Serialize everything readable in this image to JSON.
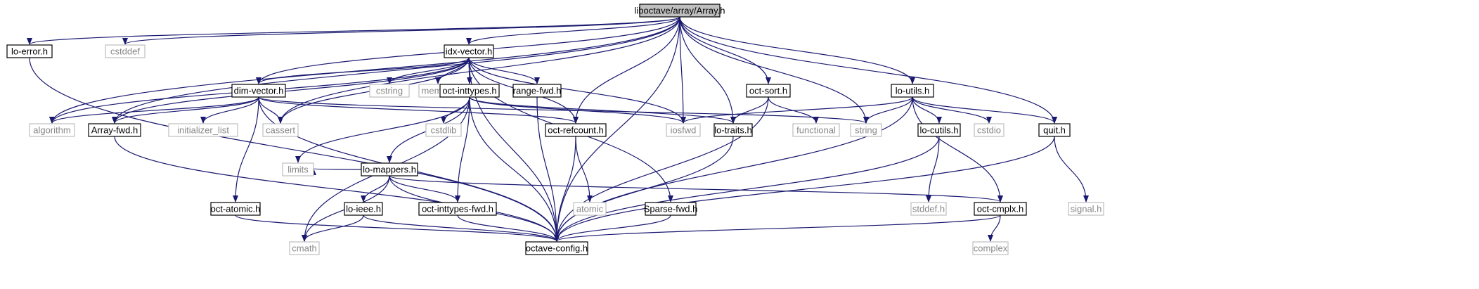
{
  "graph": {
    "root": "liboctave/array/Array.h",
    "nodes": [
      {
        "id": "array_h",
        "label": "liboctave/array/Array.h",
        "kind": "root"
      },
      {
        "id": "lo_error",
        "label": "lo-error.h",
        "kind": "header"
      },
      {
        "id": "cstddef",
        "label": "cstddef",
        "kind": "system"
      },
      {
        "id": "idx_vector",
        "label": "idx-vector.h",
        "kind": "header"
      },
      {
        "id": "dim_vector",
        "label": "dim-vector.h",
        "kind": "header"
      },
      {
        "id": "cstring",
        "label": "cstring",
        "kind": "system"
      },
      {
        "id": "memory",
        "label": "memory",
        "kind": "system"
      },
      {
        "id": "oct_inttypes",
        "label": "oct-inttypes.h",
        "kind": "header"
      },
      {
        "id": "range_fwd",
        "label": "range-fwd.h",
        "kind": "header"
      },
      {
        "id": "oct_sort",
        "label": "oct-sort.h",
        "kind": "header"
      },
      {
        "id": "lo_utils",
        "label": "lo-utils.h",
        "kind": "header"
      },
      {
        "id": "algorithm",
        "label": "algorithm",
        "kind": "system"
      },
      {
        "id": "array_fwd",
        "label": "Array-fwd.h",
        "kind": "header"
      },
      {
        "id": "initializer_list",
        "label": "initializer_list",
        "kind": "system"
      },
      {
        "id": "cassert",
        "label": "cassert",
        "kind": "system"
      },
      {
        "id": "cstdlib",
        "label": "cstdlib",
        "kind": "system"
      },
      {
        "id": "oct_refcount",
        "label": "oct-refcount.h",
        "kind": "header"
      },
      {
        "id": "iosfwd",
        "label": "iosfwd",
        "kind": "system"
      },
      {
        "id": "lo_traits",
        "label": "lo-traits.h",
        "kind": "header"
      },
      {
        "id": "functional",
        "label": "functional",
        "kind": "system"
      },
      {
        "id": "string",
        "label": "string",
        "kind": "system"
      },
      {
        "id": "lo_cutils",
        "label": "lo-cutils.h",
        "kind": "header"
      },
      {
        "id": "cstdio",
        "label": "cstdio",
        "kind": "system"
      },
      {
        "id": "quit_h",
        "label": "quit.h",
        "kind": "header"
      },
      {
        "id": "lo_mappers",
        "label": "lo-mappers.h",
        "kind": "header"
      },
      {
        "id": "limits",
        "label": "limits",
        "kind": "system"
      },
      {
        "id": "oct_atomic",
        "label": "oct-atomic.h",
        "kind": "header"
      },
      {
        "id": "lo_ieee",
        "label": "lo-ieee.h",
        "kind": "header"
      },
      {
        "id": "oct_inttypes_fwd",
        "label": "oct-inttypes-fwd.h",
        "kind": "header"
      },
      {
        "id": "atomic",
        "label": "atomic",
        "kind": "system"
      },
      {
        "id": "sparse_fwd",
        "label": "Sparse-fwd.h",
        "kind": "header"
      },
      {
        "id": "stddef_h",
        "label": "stddef.h",
        "kind": "system"
      },
      {
        "id": "oct_cmplx",
        "label": "oct-cmplx.h",
        "kind": "header"
      },
      {
        "id": "signal_h",
        "label": "signal.h",
        "kind": "system"
      },
      {
        "id": "cmath",
        "label": "cmath",
        "kind": "system"
      },
      {
        "id": "octave_config",
        "label": "octave-config.h",
        "kind": "header"
      },
      {
        "id": "complex",
        "label": "complex",
        "kind": "system"
      }
    ],
    "edges": [
      [
        "array_h",
        "lo_error"
      ],
      [
        "array_h",
        "cstddef"
      ],
      [
        "array_h",
        "idx_vector"
      ],
      [
        "array_h",
        "dim_vector"
      ],
      [
        "array_h",
        "algorithm"
      ],
      [
        "array_h",
        "array_fwd"
      ],
      [
        "array_h",
        "cassert"
      ],
      [
        "array_h",
        "oct_refcount"
      ],
      [
        "array_h",
        "iosfwd"
      ],
      [
        "array_h",
        "lo_traits"
      ],
      [
        "array_h",
        "oct_sort"
      ],
      [
        "array_h",
        "string"
      ],
      [
        "array_h",
        "lo_utils"
      ],
      [
        "array_h",
        "quit_h"
      ],
      [
        "array_h",
        "octave_config"
      ],
      [
        "lo_error",
        "octave_config"
      ],
      [
        "idx_vector",
        "dim_vector"
      ],
      [
        "idx_vector",
        "algorithm"
      ],
      [
        "idx_vector",
        "array_fwd"
      ],
      [
        "idx_vector",
        "cassert"
      ],
      [
        "idx_vector",
        "cstring"
      ],
      [
        "idx_vector",
        "memory"
      ],
      [
        "idx_vector",
        "oct_inttypes"
      ],
      [
        "idx_vector",
        "range_fwd"
      ],
      [
        "idx_vector",
        "oct_refcount"
      ],
      [
        "idx_vector",
        "iosfwd"
      ],
      [
        "idx_vector",
        "sparse_fwd"
      ],
      [
        "idx_vector",
        "octave_config"
      ],
      [
        "dim_vector",
        "algorithm"
      ],
      [
        "dim_vector",
        "array_fwd"
      ],
      [
        "dim_vector",
        "initializer_list"
      ],
      [
        "dim_vector",
        "cassert"
      ],
      [
        "dim_vector",
        "oct_atomic"
      ],
      [
        "dim_vector",
        "oct_refcount"
      ],
      [
        "dim_vector",
        "string"
      ],
      [
        "dim_vector",
        "octave_config"
      ],
      [
        "oct_inttypes",
        "cstdlib"
      ],
      [
        "oct_inttypes",
        "lo_mappers"
      ],
      [
        "oct_inttypes",
        "limits"
      ],
      [
        "oct_inttypes",
        "oct_inttypes_fwd"
      ],
      [
        "oct_inttypes",
        "iosfwd"
      ],
      [
        "oct_inttypes",
        "lo_traits"
      ],
      [
        "oct_inttypes",
        "cmath"
      ],
      [
        "oct_inttypes",
        "octave_config"
      ],
      [
        "range_fwd",
        "octave_config"
      ],
      [
        "oct_sort",
        "functional"
      ],
      [
        "oct_sort",
        "lo_traits"
      ],
      [
        "oct_sort",
        "octave_config"
      ],
      [
        "lo_utils",
        "iosfwd"
      ],
      [
        "lo_utils",
        "string"
      ],
      [
        "lo_utils",
        "lo_cutils"
      ],
      [
        "lo_utils",
        "cstdio"
      ],
      [
        "lo_utils",
        "quit_h"
      ],
      [
        "lo_utils",
        "oct_cmplx"
      ],
      [
        "lo_utils",
        "octave_config"
      ],
      [
        "array_fwd",
        "octave_config"
      ],
      [
        "oct_refcount",
        "atomic"
      ],
      [
        "oct_refcount",
        "octave_config"
      ],
      [
        "lo_traits",
        "octave_config"
      ],
      [
        "lo_cutils",
        "stddef_h"
      ],
      [
        "lo_cutils",
        "octave_config"
      ],
      [
        "quit_h",
        "signal_h"
      ],
      [
        "quit_h",
        "octave_config"
      ],
      [
        "lo_mappers",
        "limits"
      ],
      [
        "lo_mappers",
        "lo_ieee"
      ],
      [
        "lo_mappers",
        "oct_inttypes_fwd"
      ],
      [
        "lo_mappers",
        "cmath"
      ],
      [
        "lo_mappers",
        "oct_cmplx"
      ],
      [
        "lo_mappers",
        "octave_config"
      ],
      [
        "oct_atomic",
        "octave_config"
      ],
      [
        "lo_ieee",
        "cmath"
      ],
      [
        "lo_ieee",
        "octave_config"
      ],
      [
        "oct_inttypes_fwd",
        "octave_config"
      ],
      [
        "sparse_fwd",
        "octave_config"
      ],
      [
        "oct_cmplx",
        "complex"
      ],
      [
        "oct_cmplx",
        "octave_config"
      ]
    ]
  },
  "colors": {
    "edge": "#191970",
    "header_border": "#000000",
    "system_border": "#bfbfbf",
    "root_fill": "#bfbfbf",
    "system_text": "#888888",
    "header_text": "#000000"
  }
}
